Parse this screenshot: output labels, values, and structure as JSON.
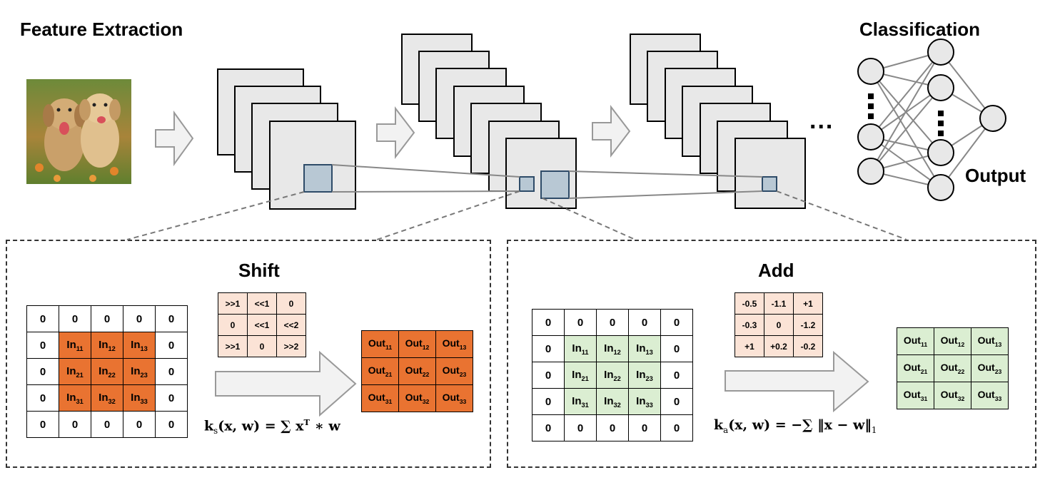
{
  "titles": {
    "feature_extraction": "Feature Extraction",
    "classification": "Classification",
    "output": "Output",
    "ellipsis": "...",
    "shift": "Shift",
    "add": "Add"
  },
  "input_image": {
    "description_icon": "puppies-photo-icon"
  },
  "shift_panel": {
    "input_grid": [
      [
        "0",
        "0",
        "0",
        "0",
        "0"
      ],
      [
        "0",
        "In11",
        "In12",
        "In13",
        "0"
      ],
      [
        "0",
        "In21",
        "In22",
        "In23",
        "0"
      ],
      [
        "0",
        "In31",
        "In32",
        "In33",
        "0"
      ],
      [
        "0",
        "0",
        "0",
        "0",
        "0"
      ]
    ],
    "kernel": [
      [
        ">>1",
        "<<1",
        "0"
      ],
      [
        "0",
        "<<1",
        "<<2"
      ],
      [
        ">>1",
        "0",
        ">>2"
      ]
    ],
    "output_grid": [
      [
        "Out11",
        "Out12",
        "Out13"
      ],
      [
        "Out21",
        "Out22",
        "Out23"
      ],
      [
        "Out31",
        "Out32",
        "Out33"
      ]
    ],
    "formula": {
      "lhs": "k",
      "lhs_sub": "s",
      "args": "(x, w) = ∑ x",
      "sup": "T",
      "rhs": " ∗ w"
    }
  },
  "add_panel": {
    "input_grid": [
      [
        "0",
        "0",
        "0",
        "0",
        "0"
      ],
      [
        "0",
        "In11",
        "In12",
        "In13",
        "0"
      ],
      [
        "0",
        "In21",
        "In22",
        "In23",
        "0"
      ],
      [
        "0",
        "In31",
        "In32",
        "In33",
        "0"
      ],
      [
        "0",
        "0",
        "0",
        "0",
        "0"
      ]
    ],
    "kernel": [
      [
        "-0.5",
        "-1.1",
        "+1"
      ],
      [
        "-0.3",
        "0",
        "-1.2"
      ],
      [
        "+1",
        "+0.2",
        "-0.2"
      ]
    ],
    "output_grid": [
      [
        "Out11",
        "Out12",
        "Out13"
      ],
      [
        "Out21",
        "Out22",
        "Out23"
      ],
      [
        "Out31",
        "Out32",
        "Out33"
      ]
    ],
    "formula": {
      "lhs": "k",
      "lhs_sub": "a",
      "args": "(x, w) = −∑ ‖x − w‖",
      "sub": "1"
    }
  },
  "colors": {
    "feature_map_fill": "#e8e8e8",
    "receptive_field_fill": "#b8c8d4",
    "receptive_field_stroke": "#2e4b68",
    "orange_cell": "#e97331",
    "green_cell": "#dbeed2",
    "kernel_cell": "#fbe3d6",
    "neuron_fill": "#e8e8e8"
  }
}
